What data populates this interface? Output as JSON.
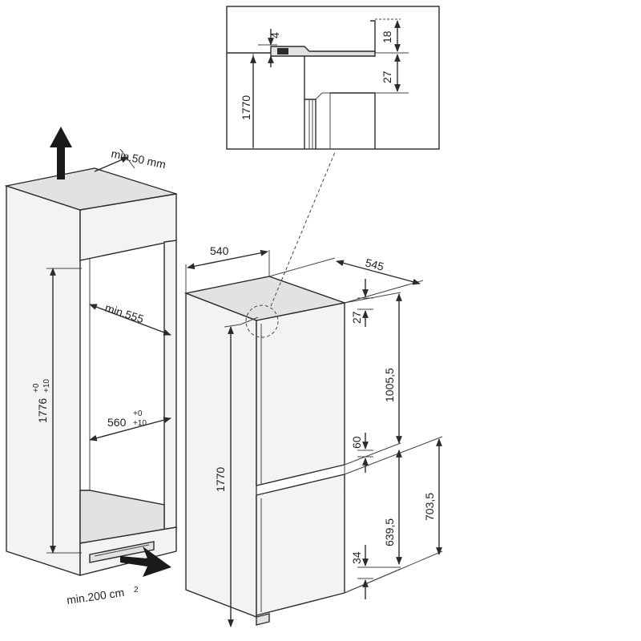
{
  "niche": {
    "height_label": "1776",
    "height_tol_upper": "+0",
    "height_tol_lower": "+10",
    "width_label": "560",
    "width_tol_upper": "+0",
    "width_tol_lower": "+10",
    "depth_label": "min.555",
    "top_vent_label": "min.50 mm",
    "bottom_vent_label": "min.200 cm",
    "bottom_vent_unit_sup": "2"
  },
  "appliance": {
    "width_label": "540",
    "depth_label": "545",
    "height_label": "1770",
    "top_gap_label": "27",
    "upper_door_label": "1005,5",
    "middle_gap_label": "60",
    "lower_door_label": "639,5",
    "lower_total_label": "703,5",
    "bottom_gap_label": "34"
  },
  "detail": {
    "label_4": "4",
    "label_18": "18",
    "label_27": "27",
    "label_1770": "1770"
  }
}
